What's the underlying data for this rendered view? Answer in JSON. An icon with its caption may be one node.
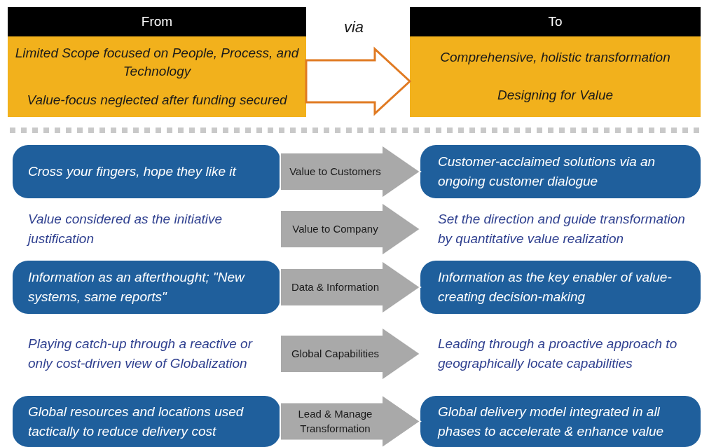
{
  "diagram": {
    "nodes": [
      {
        "text": [
          "From",
          "Limited Scope focused on People, Process, and Technology",
          "Value-focus neglected after funding secured"
        ]
      },
      {
        "text": [
          "To",
          "Comprehensive, holistic transformation",
          "Designing for Value"
        ]
      },
      {
        "text": [
          "Cross your fingers, hope they like it"
        ]
      },
      {
        "text": [
          "Customer-acclaimed solutions via an ongoing customer dialogue"
        ]
      },
      {
        "text": [
          "Value considered as the initiative justification"
        ]
      },
      {
        "text": [
          "Set the direction and guide transformation by quantitative value realization"
        ]
      },
      {
        "text": [
          "Information as an afterthought; \"New systems, same reports\""
        ]
      },
      {
        "text": [
          "Information as the key enabler of value-creating decision-making"
        ]
      },
      {
        "text": [
          "Playing catch-up through a reactive or only cost-driven view of Globalization"
        ]
      },
      {
        "text": [
          "Leading through a proactive approach to geographically locate capabilities"
        ]
      },
      {
        "text": [
          "Global resources and locations used tactically to reduce delivery cost"
        ]
      },
      {
        "text": [
          "Global delivery model integrated in all phases to accelerate & enhance value"
        ]
      }
    ],
    "edges": [
      {
        "from": 0,
        "to": 1,
        "arrow": "to",
        "color": "#e07a22"
      },
      {
        "from": 2,
        "to": 3,
        "arrow": "to",
        "label": "Value to Customers"
      },
      {
        "from": 4,
        "to": 5,
        "arrow": "to",
        "label": "Value to Company"
      },
      {
        "from": 6,
        "to": 7,
        "arrow": "to",
        "label": "Data & Information"
      },
      {
        "from": 8,
        "to": 9,
        "arrow": "to",
        "label": "Global Capabilities"
      },
      {
        "from": 10,
        "to": 11,
        "arrow": "to",
        "label": "Lead & Manage Transformation"
      }
    ],
    "labels": [
      "via"
    ]
  }
}
